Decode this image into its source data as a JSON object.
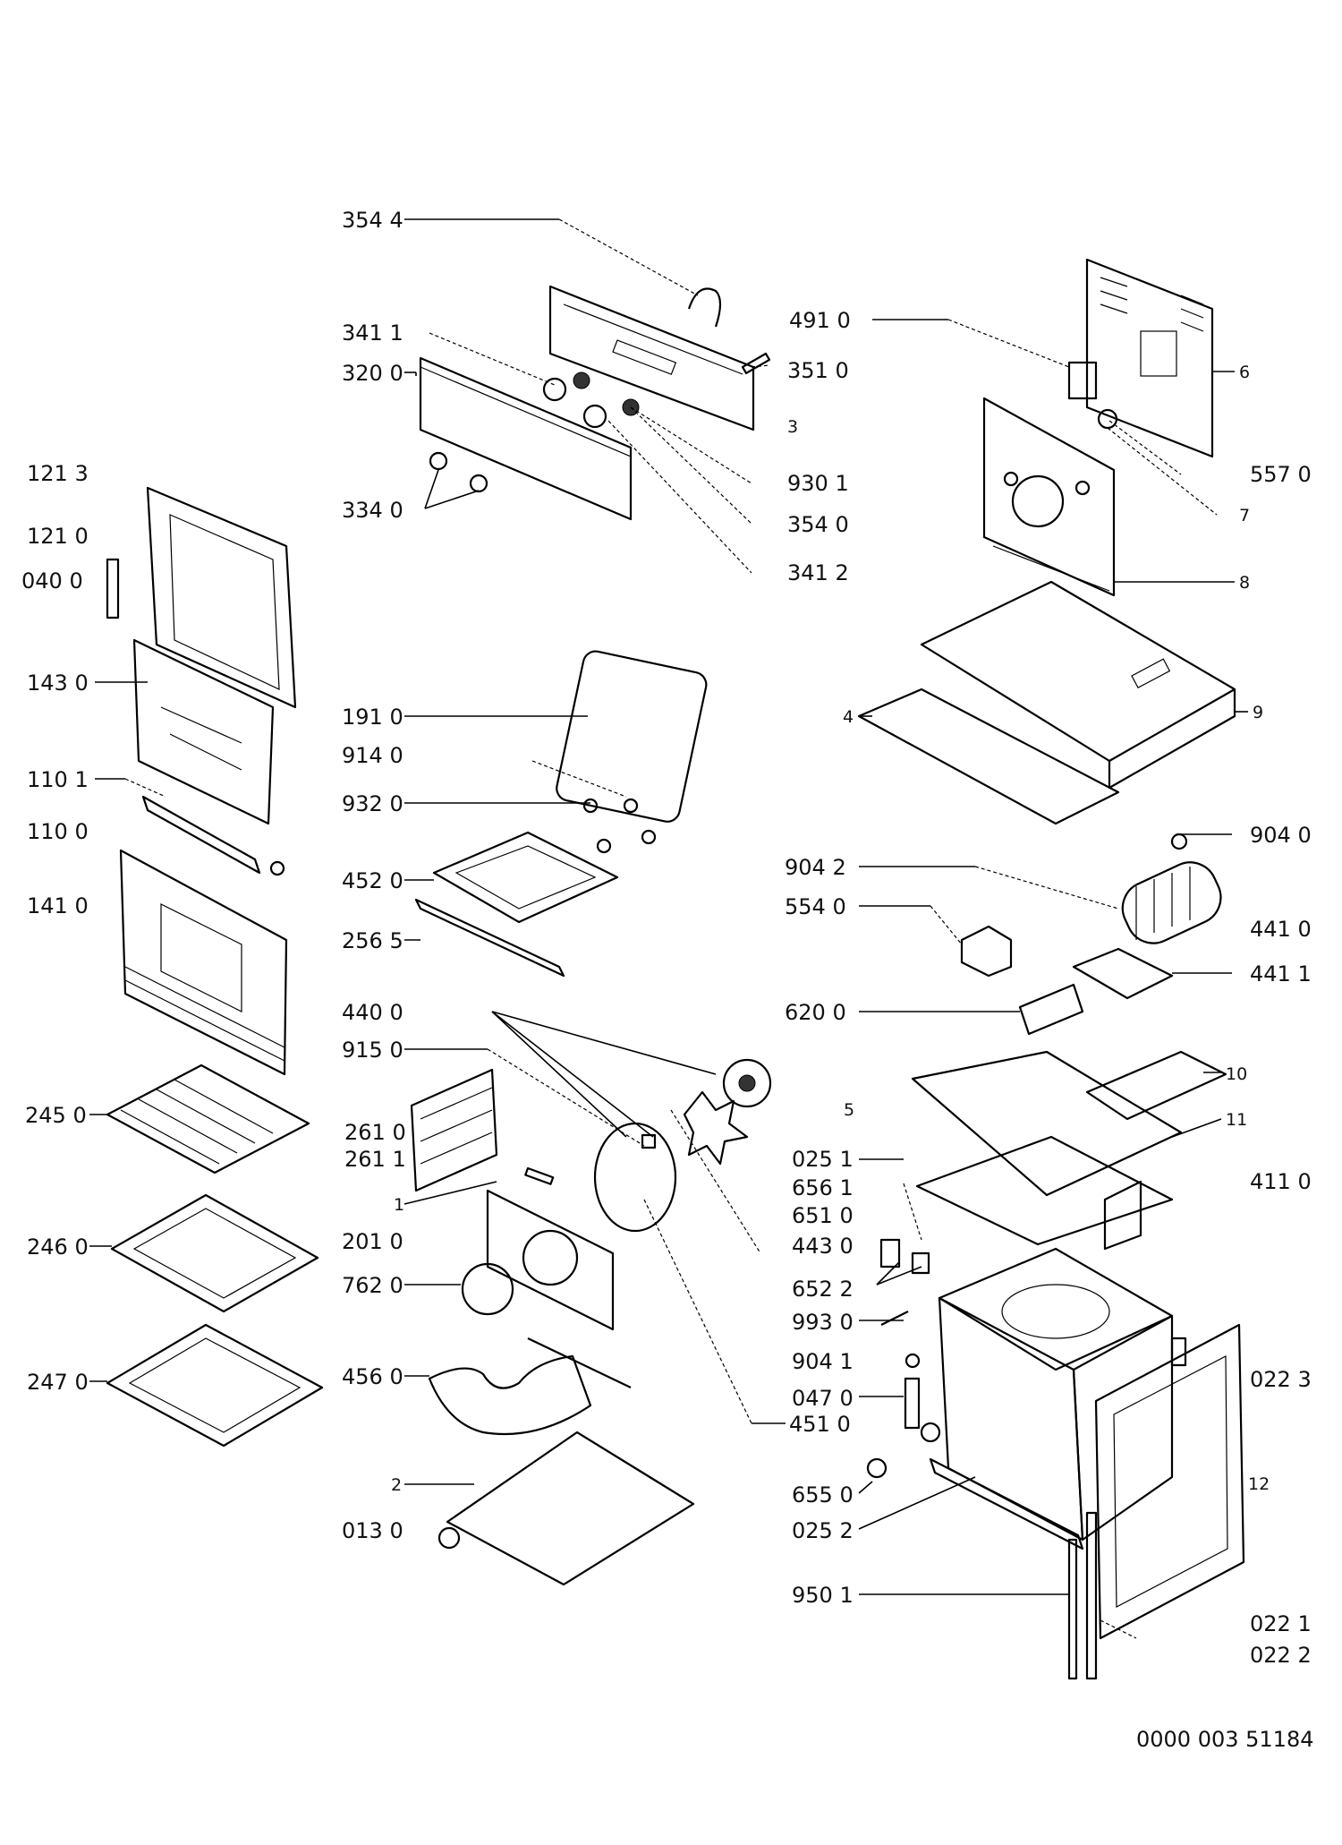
{
  "labels": {
    "l3544": "354 4",
    "l3411": "341 1",
    "l3200": "320 0",
    "l3510": "351 0",
    "l3": "3",
    "l3340": "334 0",
    "l9301": "930 1",
    "l3540": "354 0",
    "l3412": "341 2",
    "l4910": "491 0",
    "l6": "6",
    "l5570": "557 0",
    "l7": "7",
    "l8": "8",
    "l9": "9",
    "l4": "4",
    "l1213": "121 3",
    "l1210": "121 0",
    "l0400": "040 0",
    "l1430": "143 0",
    "l1101": "110 1",
    "l1100": "110 0",
    "l1410": "141 0",
    "l1910": "191 0",
    "l9140": "914 0",
    "l9320": "932 0",
    "l4520": "452 0",
    "l2565": "256 5",
    "l4400": "440 0",
    "l9150": "915 0",
    "l2610": "261 0",
    "l2611": "261 1",
    "l1": "1",
    "l2010": "201 0",
    "l7620": "762 0",
    "l4560": "456 0",
    "l4510": "451 0",
    "l2": "2",
    "l0130": "013 0",
    "l2450": "245 0",
    "l2460": "246 0",
    "l2470": "247 0",
    "l9040": "904 0",
    "l9042": "904 2",
    "l5540": "554 0",
    "l4410": "441 0",
    "l4411": "441 1",
    "l6200": "620 0",
    "l10": "10",
    "l5": "5",
    "l11": "11",
    "l0251": "025 1",
    "l6561": "656 1",
    "l6510": "651 0",
    "l4110": "411 0",
    "l4430": "443 0",
    "l6522": "652 2",
    "l9930": "993 0",
    "l9041": "904 1",
    "l0470": "047 0",
    "l0223": "022 3",
    "l6550": "655 0",
    "l12": "12",
    "l0252": "025 2",
    "l9501": "950 1",
    "l0221": "022 1",
    "l0222": "022 2"
  },
  "document_number": "0000 003 51184"
}
